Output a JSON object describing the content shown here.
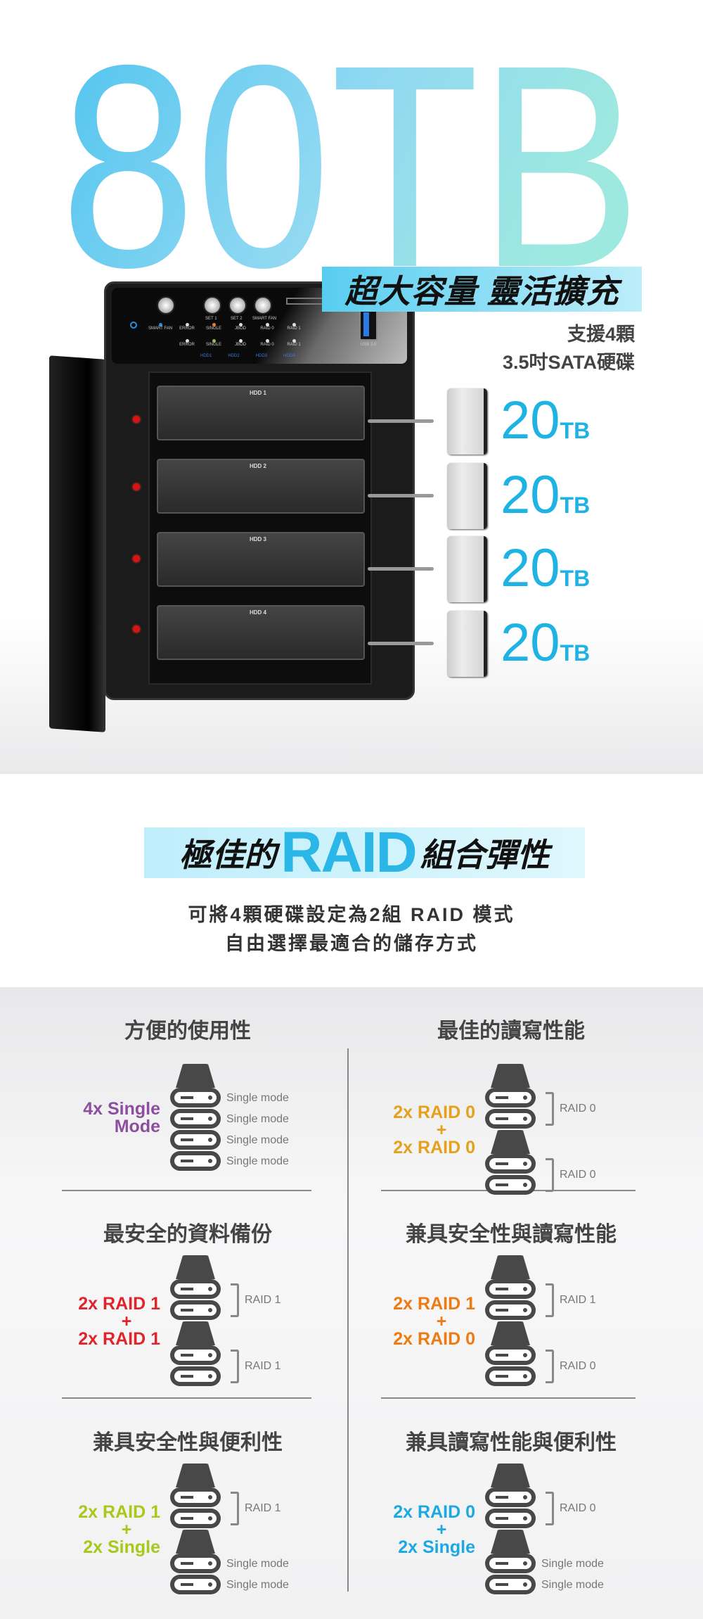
{
  "hero": {
    "capacity": "80TB",
    "banner": "超大容量 靈活擴充",
    "support_line1": "支援4顆",
    "support_line2": "3.5吋SATA硬碟",
    "drives": [
      {
        "size": "20",
        "unit": "TB"
      },
      {
        "size": "20",
        "unit": "TB"
      },
      {
        "size": "20",
        "unit": "TB"
      },
      {
        "size": "20",
        "unit": "TB"
      }
    ]
  },
  "device": {
    "buttons": [
      "SET 1",
      "SET 2",
      "SMART FAN"
    ],
    "led_row1": [
      "SMART FAN",
      "ERROR",
      "SINGLE",
      "JBOD",
      "RAID 0",
      "RAID 1"
    ],
    "led_row2": [
      "ERROR",
      "SINGLE",
      "JBOD",
      "RAID 0",
      "RAID 1"
    ],
    "hdd_tabs": [
      "HDD1",
      "HDD2",
      "HDD3",
      "HDD4"
    ],
    "usb": "USB 3.0",
    "bays": [
      "HDD 1",
      "HDD 2",
      "HDD 3",
      "HDD 4"
    ]
  },
  "raid_section": {
    "banner_pre": "極佳的",
    "banner_raid": "RAID",
    "banner_post": "組合彈性",
    "subtitle1": "可將4顆硬碟設定為2組 RAID 模式",
    "subtitle2": "自由選擇最適合的儲存方式"
  },
  "colors": {
    "purple": "#8e4ea0",
    "orange": "#e5a11c",
    "red": "#e0242c",
    "darkorange": "#ee7a12",
    "lime": "#a8c81a",
    "blue": "#1ca9e2"
  },
  "modes": [
    {
      "heading": "方便的使用性",
      "label": [
        "4x Single",
        "Mode"
      ],
      "plus": false,
      "color": "#8e4ea0",
      "groups": [
        {
          "count": 4,
          "type": "single",
          "labels": [
            "Single mode",
            "Single mode",
            "Single mode",
            "Single mode"
          ]
        }
      ]
    },
    {
      "heading": "最佳的讀寫性能",
      "label": [
        "2x RAID 0",
        "2x RAID 0"
      ],
      "plus": true,
      "color": "#e5a11c",
      "groups": [
        {
          "count": 2,
          "type": "raid",
          "labels": [
            "RAID 0"
          ]
        },
        {
          "count": 2,
          "type": "raid",
          "labels": [
            "RAID 0"
          ]
        }
      ]
    },
    {
      "heading": "最安全的資料備份",
      "label": [
        "2x RAID 1",
        "2x RAID 1"
      ],
      "plus": true,
      "color": "#e0242c",
      "groups": [
        {
          "count": 2,
          "type": "raid",
          "labels": [
            "RAID 1"
          ]
        },
        {
          "count": 2,
          "type": "raid",
          "labels": [
            "RAID 1"
          ]
        }
      ]
    },
    {
      "heading": "兼具安全性與讀寫性能",
      "label": [
        "2x RAID 1",
        "2x RAID 0"
      ],
      "plus": true,
      "color": "#ee7a12",
      "groups": [
        {
          "count": 2,
          "type": "raid",
          "labels": [
            "RAID 1"
          ]
        },
        {
          "count": 2,
          "type": "raid",
          "labels": [
            "RAID 0"
          ]
        }
      ]
    },
    {
      "heading": "兼具安全性與便利性",
      "label": [
        "2x RAID 1",
        "2x Single"
      ],
      "plus": true,
      "color": "#a8c81a",
      "groups": [
        {
          "count": 2,
          "type": "raid",
          "labels": [
            "RAID 1"
          ]
        },
        {
          "count": 2,
          "type": "single",
          "labels": [
            "Single mode",
            "Single mode"
          ]
        }
      ]
    },
    {
      "heading": "兼具讀寫性能與便利性",
      "label": [
        "2x RAID 0",
        "2x Single"
      ],
      "plus": true,
      "color": "#1ca9e2",
      "groups": [
        {
          "count": 2,
          "type": "raid",
          "labels": [
            "RAID 0"
          ]
        },
        {
          "count": 2,
          "type": "single",
          "labels": [
            "Single mode",
            "Single mode"
          ]
        }
      ]
    }
  ],
  "plus_sign": "+"
}
